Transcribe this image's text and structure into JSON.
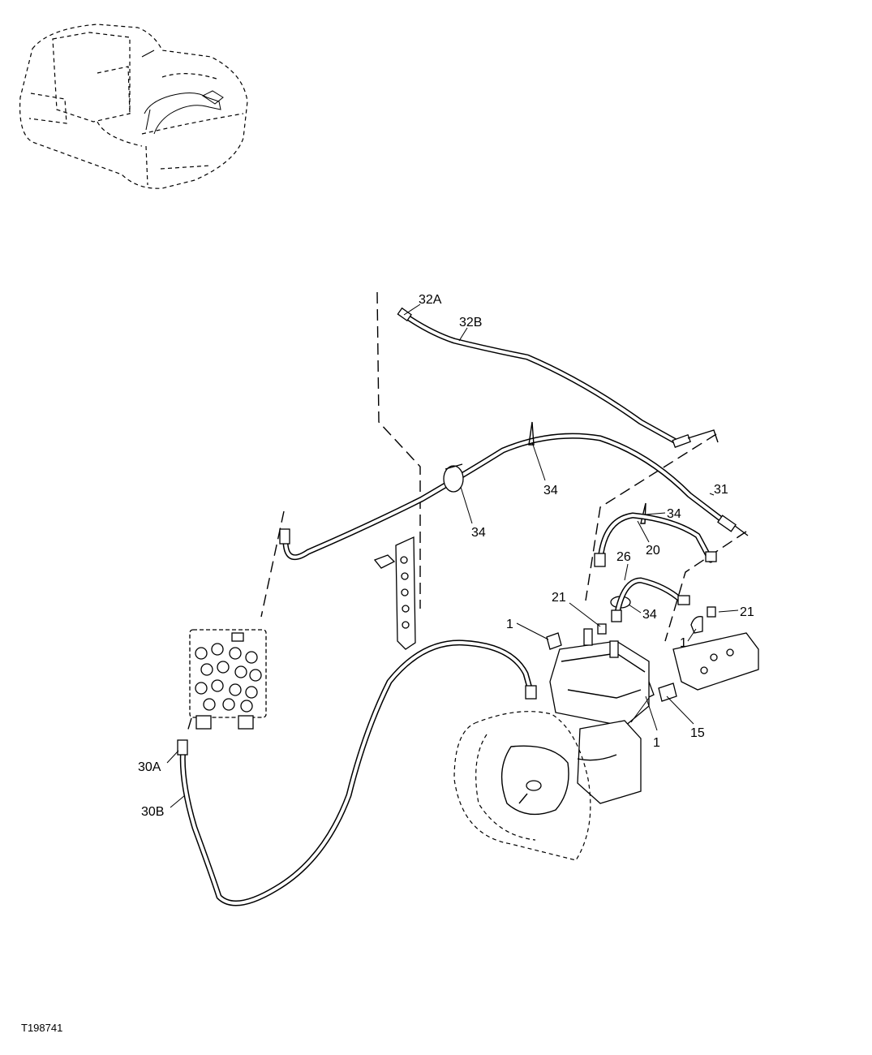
{
  "figure_id": "T198741",
  "callouts": {
    "c32A": "32A",
    "c32B": "32B",
    "c34a": "34",
    "c34b": "34",
    "c31": "31",
    "c34c": "34",
    "c20": "20",
    "c26": "26",
    "c34d": "34",
    "c21a": "21",
    "c21b": "21",
    "c1a": "1",
    "c1b": "1",
    "c1c": "1",
    "c15": "15",
    "c30A": "30A",
    "c30B": "30B"
  }
}
